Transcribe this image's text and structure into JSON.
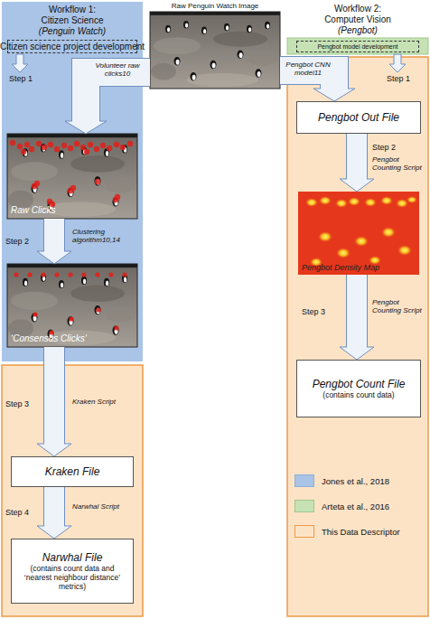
{
  "diagram": {
    "nodes": [
      {
        "text": [
          "Workflow 1:",
          "Citizen Science",
          "(Penguin Watch)"
        ]
      },
      {
        "text": [
          "Citizen science project development"
        ],
        "in": 0
      },
      {
        "text": [
          "Raw Clicks"
        ],
        "in": 0
      },
      {
        "text": [
          "‘Consensus Clicks’"
        ],
        "in": 0
      },
      {
        "text": [
          "Kraken File"
        ]
      },
      {
        "text": [
          "Narwhal File",
          "(contains count data and ‘nearest neighbour distance’ metrics)"
        ]
      },
      {
        "text": [
          "Raw Penguin Watch Image"
        ]
      },
      {
        "text": [
          "Pengbot model development"
        ]
      },
      {
        "text": [
          "Pengbot Out File"
        ]
      },
      {
        "text": [
          "Pengbot Density Map"
        ]
      },
      {
        "text": [
          "Pengbot Count File",
          "(contains count data)"
        ]
      }
    ],
    "edges": [
      {
        "from": 6,
        "to": 2,
        "label": "Volunteer raw clicks10",
        "arrow": "to"
      },
      {
        "from": 2,
        "to": 3,
        "label": "Clustering algorithm10,14",
        "arrow": "to"
      },
      {
        "from": 3,
        "to": 4,
        "label": "Kraken Script",
        "arrow": "to"
      },
      {
        "from": 4,
        "to": 5,
        "label": "Narwhal Script",
        "arrow": "to"
      },
      {
        "from": 6,
        "to": 8,
        "label": "Pengbot CNN model11",
        "arrow": "to"
      },
      {
        "from": 8,
        "to": 9,
        "label": "Pengbot Counting Script",
        "arrow": "to"
      },
      {
        "from": 9,
        "to": 10,
        "label": "Pengbot Counting Script",
        "arrow": "to"
      }
    ],
    "labels": [
      "Workflow 2:",
      "Computer Vision",
      "(Pengbot)",
      "Step 1",
      "Step 2",
      "Step 3",
      "Step 4",
      "Step 1",
      "Step 2",
      "Step 3"
    ],
    "legend": [
      {
        "text": "Jones et al., 2018",
        "color": "#a9c4e6"
      },
      {
        "text": "Arteta et al., 2016",
        "color": "#c6e2b5"
      },
      {
        "text": "This Data Descriptor",
        "color": "#fde3c6"
      }
    ]
  }
}
